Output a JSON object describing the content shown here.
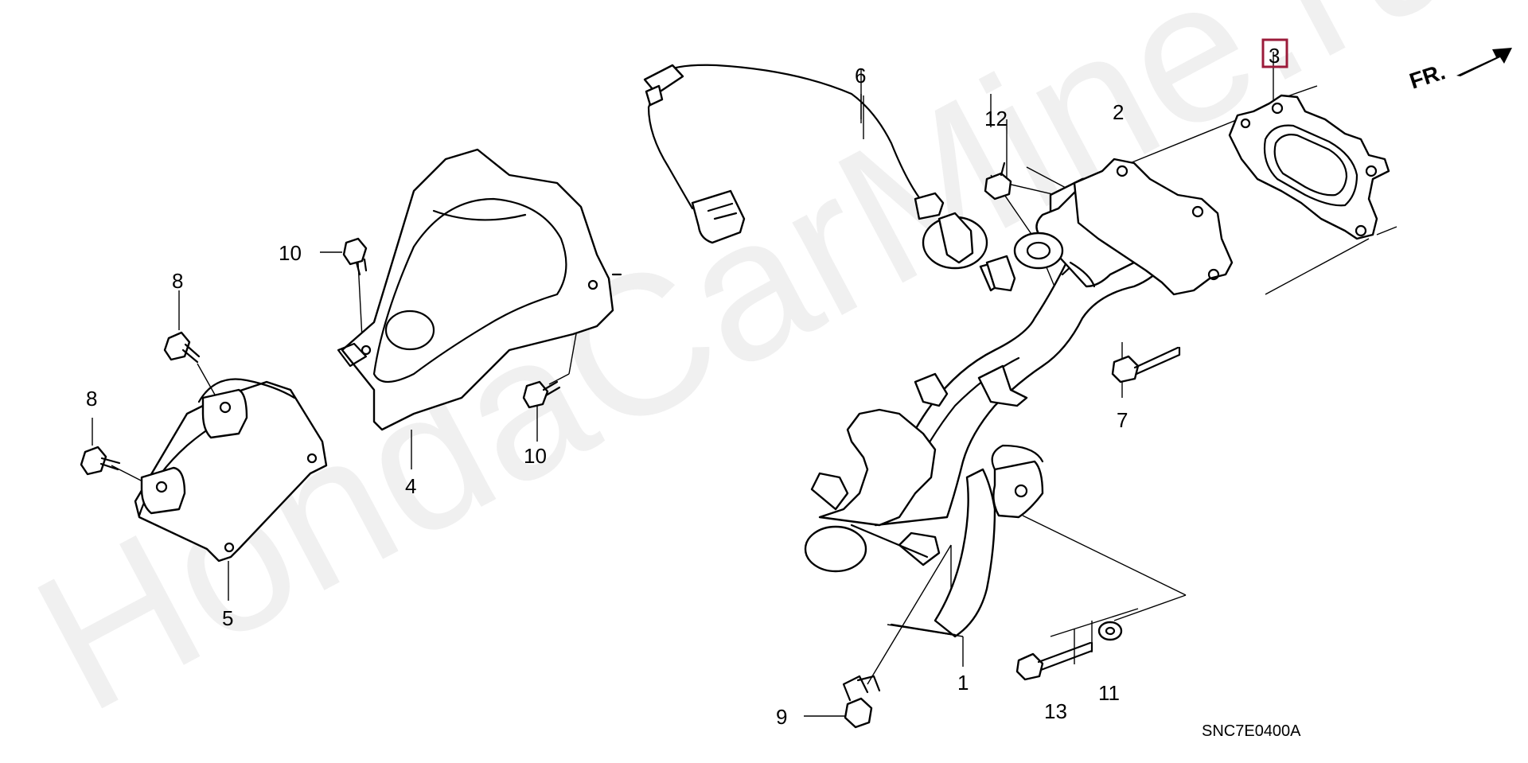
{
  "watermark": "HondaCarMine.ru",
  "diagram_code": "SNC7E0400A",
  "direction_label": "FR.",
  "highlighted_callout": "3",
  "colors": {
    "highlight": "#9b1b3a",
    "line": "#000000",
    "watermark": "#d7d7d7"
  },
  "callouts": {
    "c1": "1",
    "c2": "2",
    "c3": "3",
    "c4": "4",
    "c5": "5",
    "c6": "6",
    "c7": "7",
    "c8a": "8",
    "c8b": "8",
    "c9": "9",
    "c10a": "10",
    "c10b": "10",
    "c11": "11",
    "c12": "12",
    "c13": "13"
  }
}
